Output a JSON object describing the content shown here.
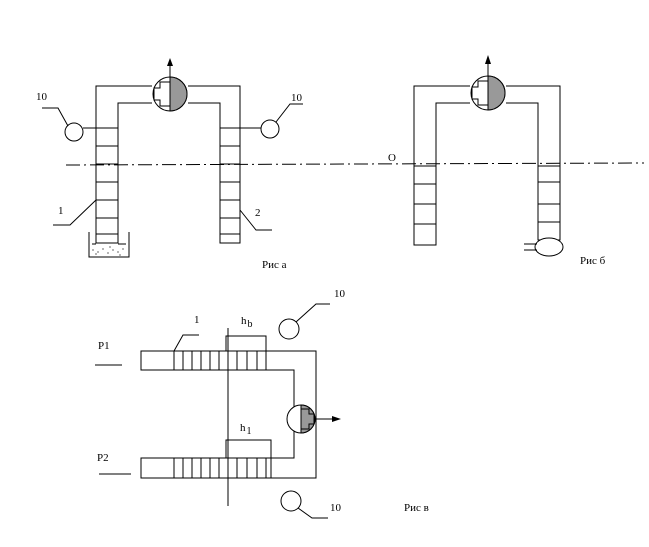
{
  "figure_a": {
    "caption": "Рис а",
    "label_left_sensor": "10",
    "label_right_sensor": "10",
    "label_tube_1": "1",
    "label_tube_2": "2"
  },
  "figure_b": {
    "caption": "Рис б",
    "label_axis": "O"
  },
  "figure_c": {
    "caption": "Рис в",
    "label_top_sensor": "10",
    "label_bottom_sensor": "10",
    "label_tube_1": "1",
    "label_h_top": "h",
    "label_h_top_sub": "b",
    "label_h_bottom": "h",
    "label_h_bottom_sub": "1",
    "label_p1": "P1",
    "label_p2": "P2"
  }
}
